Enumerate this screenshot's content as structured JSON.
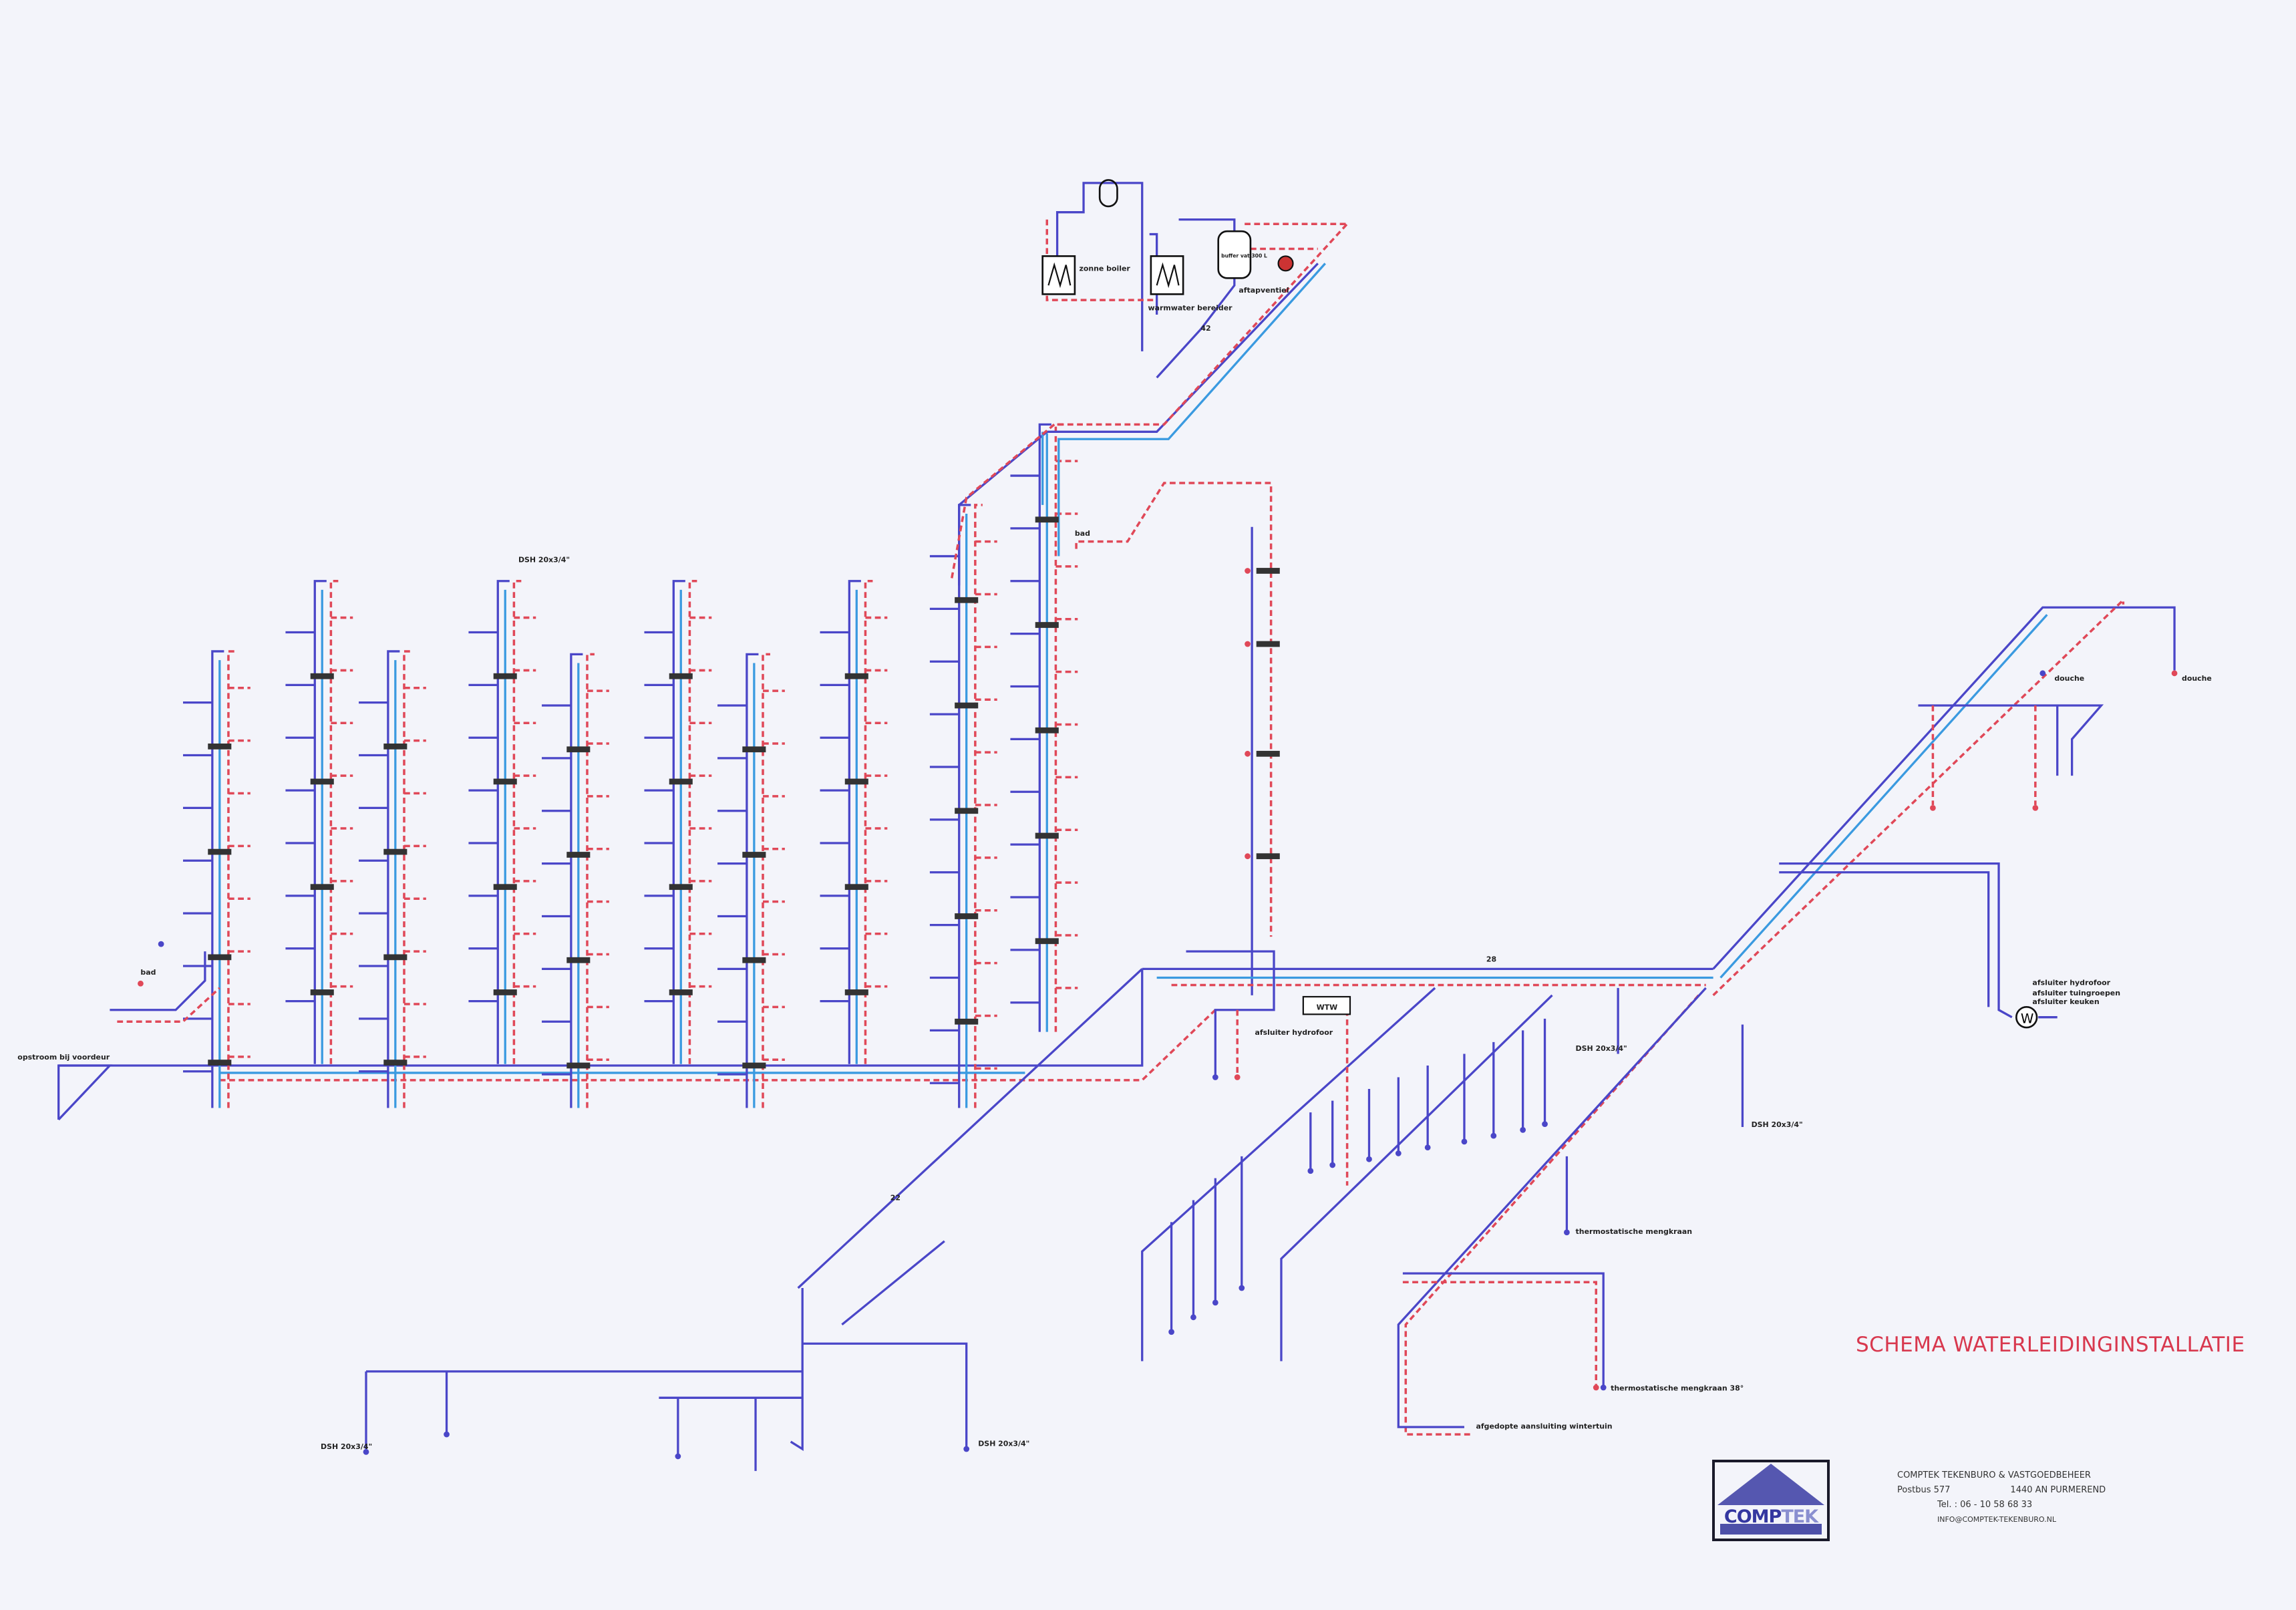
{
  "title": "SCHEMA WATERLEIDINGINSTALLATIE",
  "company": {
    "logo_text_dark": "COMP",
    "logo_text_light": "TEK",
    "name": "COMPTEK TEKENBURO & VASTGOEDBEHEER",
    "postbus": "Postbus 577",
    "postcode_city": "1440 AN  PURMEREND",
    "phone": "Tel. :  06 - 10 58 68 33",
    "email": "INFO@COMPTEK-TEKENBURO.NL"
  },
  "labels": {
    "entry": "opstroom bij voordeur",
    "buffer_vat": "buffer vat 300 L",
    "warmtewisselaar_left": "zonne boiler",
    "warmtewisselaar_right": "warmwater bereider",
    "aftapventiel": "aftapventiel",
    "hydrofoor": "afsluiter hydrofoor",
    "afsluiter_hydrofoor": "afsluiter hydrofoor",
    "afsluiter_tuingroepen": "afsluiter tuingroepen",
    "afsluiter_keuken": "afsluiter keuken",
    "meter": "W",
    "thermo_mengkraan": "thermostatische mengkraan",
    "thermo_mengkraan_38": "thermostatische mengkraan 38°",
    "afgedopte": "afgedopte aansluiting wintertuin",
    "douche_1": "douche",
    "douche_2": "douche",
    "dsh_1": "DSH 20x3/4\"",
    "dsh_2": "DSH 20x3/4\"",
    "dsh_3": "DSH 20x3/4\"",
    "dsh_4": "DSH 20x3/4\"",
    "dsh_5": "DSH 20x3/4\"",
    "bad_1": "bad",
    "bad_2": "bad",
    "wtw": "WTW",
    "size_42": "42",
    "size_28": "28",
    "size_22": "22"
  },
  "colors": {
    "cold": "#4a46c8",
    "cold_light": "#3a9ae0",
    "hot": "#e04858",
    "title": "#d8384e"
  }
}
